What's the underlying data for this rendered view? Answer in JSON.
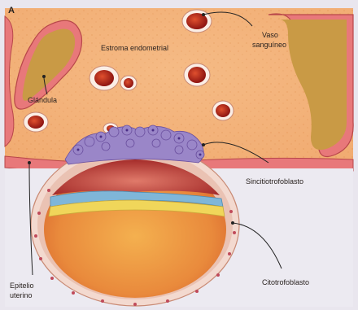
{
  "figure": {
    "panel_letter": "A",
    "labels": {
      "estroma": "Estroma endometrial",
      "vaso_line1": "Vaso",
      "vaso_line2": "sanguíneo",
      "glandula": "Glándula",
      "sincitio": "Sincitiotrofoblasto",
      "citotrofo": "Citotrofoblasto",
      "epitelio_line1": "Epitelio",
      "epitelio_line2": "uterino"
    },
    "colors": {
      "stroma": "#f2b07a",
      "epithelium": "#e8787a",
      "gland_lumen": "#c99a45",
      "vessel_blood": "#b0201a",
      "syncytio": "#9a86c8",
      "cytotropho": "#f0d65a",
      "endoderm_blue": "#7fb6d8",
      "cavity": "#c0443a"
    }
  }
}
